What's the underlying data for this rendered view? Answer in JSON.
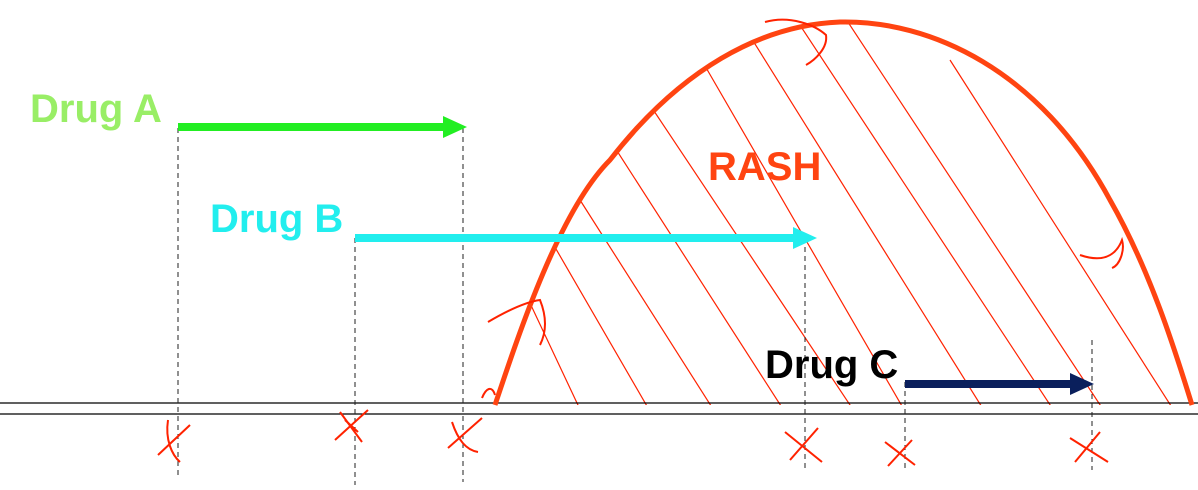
{
  "drugs": [
    {
      "label": "Drug A",
      "color": "#99ee66",
      "arrow_color": "#22ee22"
    },
    {
      "label": "Drug B",
      "color": "#22eeee",
      "arrow_color": "#22eeee"
    },
    {
      "label": "Drug C",
      "color": "#000000",
      "arrow_color": "#0a1f5c"
    }
  ],
  "rash": {
    "label": "RASH",
    "color": "#ff4411"
  },
  "colors": {
    "marks": "#ff2200",
    "baseline": "#000000",
    "guides": "#222222"
  }
}
